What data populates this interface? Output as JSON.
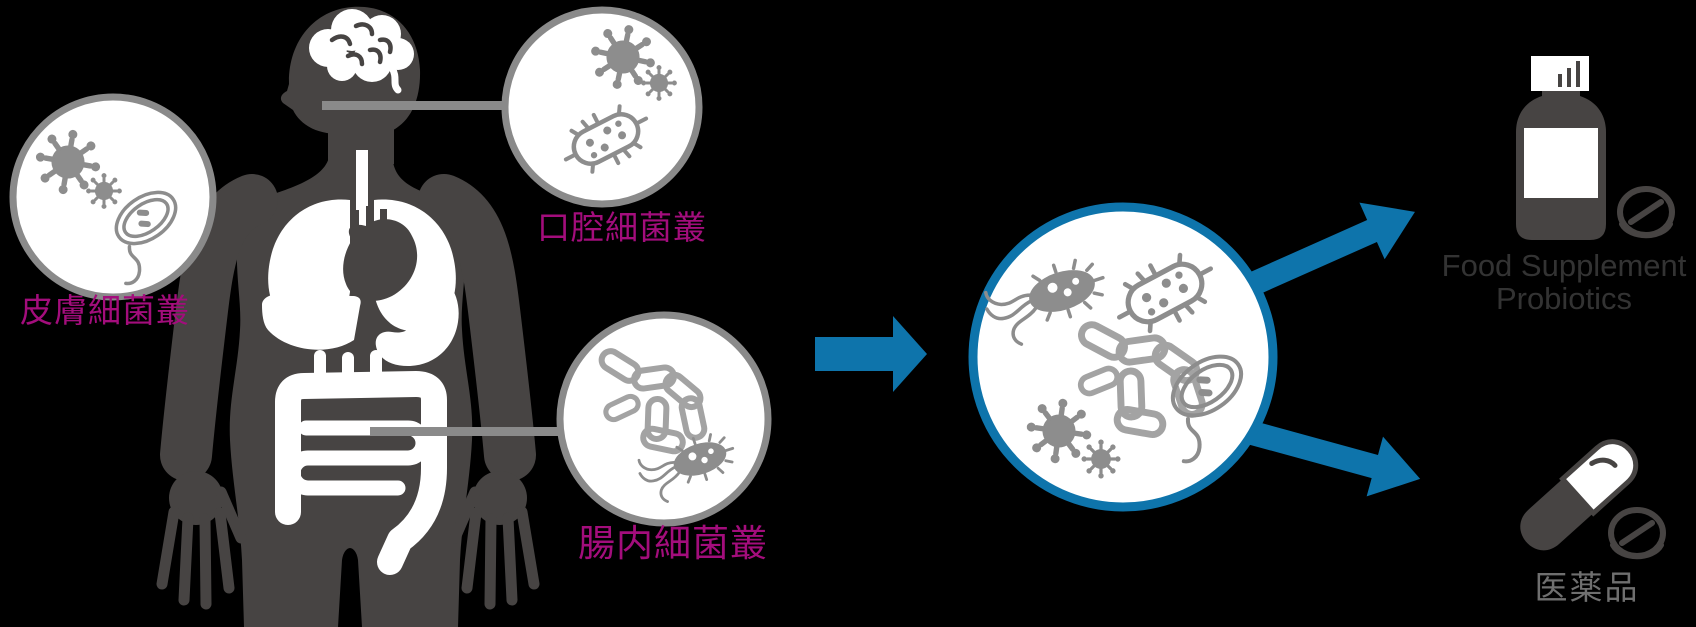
{
  "diagram": {
    "title": "human-microbiome-to-products-diagram",
    "labels": {
      "skin_microbiota": "皮膚細菌叢",
      "oral_microbiota": "口腔細菌叢",
      "gut_microbiota": "腸内細菌叢",
      "food_supplement_line1": "Food Supplement",
      "food_supplement_line2": "Probiotics",
      "pharmaceuticals": "医薬品"
    },
    "colors": {
      "background": "#000000",
      "body-silhouette": "#474443",
      "circle-border": "#8a8a8a",
      "microbe-gray": "#8d8d8d",
      "microbe-outline": "#a3a3a3",
      "arrow-blue": "#0e74ab",
      "label-magenta": "#a30d7c",
      "supplement-text": "#333333",
      "drug-text": "#6f6f6f"
    },
    "icons": {
      "body": [
        "human-body-silhouette-icon",
        "brain-icon",
        "lungs-icon",
        "heart-icon",
        "liver-icon",
        "stomach-icon",
        "intestines-icon"
      ],
      "skin_circle": [
        "virus-icon",
        "small-virus-icon",
        "flagellate-protozoan-icon"
      ],
      "oral_circle": [
        "virus-icon",
        "small-virus-icon",
        "spiky-bacillus-icon"
      ],
      "gut_circle": [
        "rod-bacteria-chain-icon",
        "flagellated-bacterium-icon"
      ],
      "central_circle": [
        "flagellated-bacterium-icon",
        "spiky-bacillus-icon",
        "rod-bacteria-chain-icon",
        "virus-icon",
        "small-virus-icon",
        "flagellate-protozoan-icon"
      ],
      "arrows": [
        "main-right-arrow-icon",
        "arrow-to-supplement-icon",
        "arrow-to-drug-icon"
      ],
      "products": [
        "supplement-bottle-icon",
        "tablet-icon",
        "capsule-icon",
        "tablet-icon"
      ]
    }
  }
}
